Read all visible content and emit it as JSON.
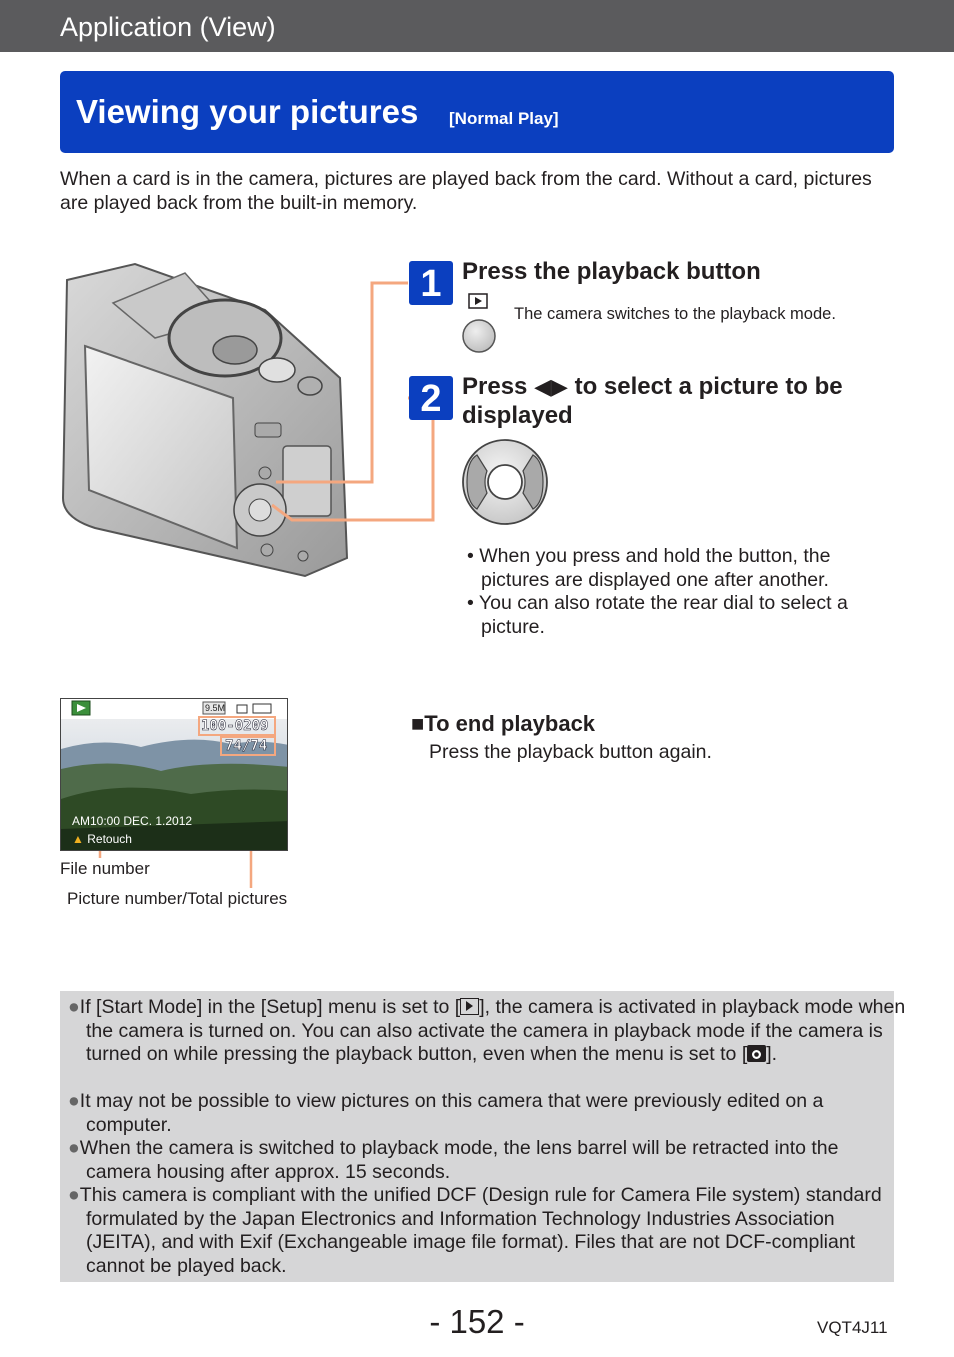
{
  "header": {
    "section": "Application (View)"
  },
  "title": {
    "main": "Viewing your pictures",
    "sub": "[Normal Play]"
  },
  "intro": "When a card is in the camera, pictures are played back from the card. Without a card, pictures are played back from the built-in memory.",
  "step1": {
    "number": "1",
    "title": "Press the playback button",
    "note": "The camera switches to the playback mode."
  },
  "step2": {
    "number": "2",
    "title_prefix": "Press",
    "title_suffix": "to select a picture to be displayed"
  },
  "bullets": [
    "When you press and hold the button, the pictures are displayed one after another.",
    "You can also rotate the rear dial to select a picture."
  ],
  "screen": {
    "size": "9.5M",
    "file_number": "100-0209",
    "picture_count": "74/74",
    "datetime": "AM10:00 DEC. 1.2012",
    "retouch": "Retouch"
  },
  "labels": {
    "file_number": "File number",
    "picture_total": "Picture number/Total pictures"
  },
  "end_playback": {
    "heading": "To end playback",
    "text": "Press the playback button again."
  },
  "notes": {
    "n1_a": "If [Start Mode] in the [Setup] menu is set to [",
    "n1_b": "], the camera is activated in playback mode when the camera is turned on. You can also activate the camera in playback mode if the camera is turned on while pressing the playback button, even when the menu is set to [",
    "n1_c": "].",
    "n2": "It may not be possible to view pictures on this camera that were previously edited on a computer.",
    "n3": "When the camera is switched to playback mode, the lens barrel will be retracted into the camera housing after approx. 15 seconds.",
    "n4": "This camera is compliant with the unified DCF (Design rule for Camera File system) standard formulated by the Japan Electronics and Information Technology Industries Association (JEITA), and with Exif (Exchangeable image file format). Files that are not DCF-compliant cannot be played back."
  },
  "footer": {
    "page": "- 152 -",
    "code": "VQT4J11"
  },
  "colors": {
    "accent": "#0b3fbf",
    "callout": "#f4a77f",
    "header": "#5b5b5d",
    "note_bg": "#d6d6d7"
  }
}
